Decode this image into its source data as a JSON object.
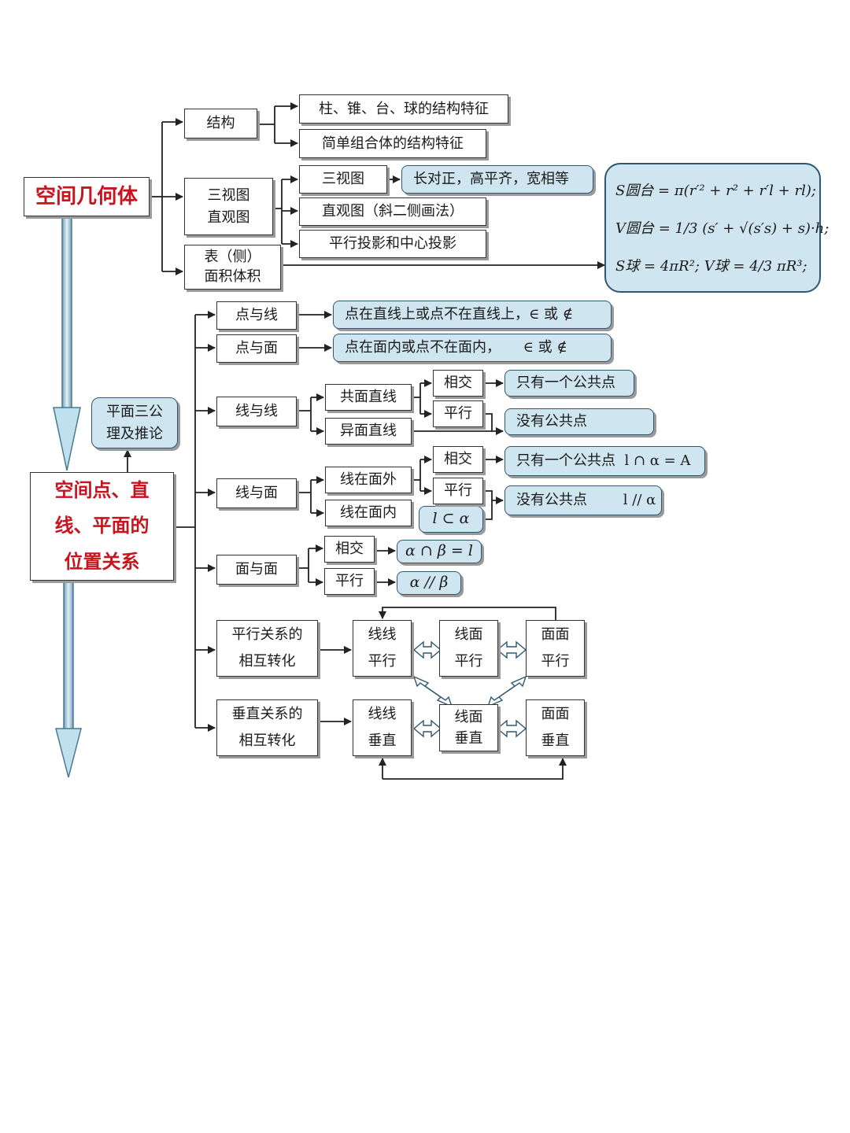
{
  "root": {
    "title": "空间几何体"
  },
  "main_topic": {
    "line1": "空间点、直",
    "line2": "线、平面的",
    "line3": "位置关系"
  },
  "axioms": {
    "line1": "平面三公",
    "line2": "理及推论"
  },
  "structure": {
    "label": "结构",
    "items": [
      "柱、锥、台、球的结构特征",
      "简单组合体的结构特征"
    ]
  },
  "views": {
    "label_line1": "三视图",
    "label_line2": "直观图",
    "three_view": "三视图",
    "three_view_rule": "长对正，高平齐，宽相等",
    "oblique": "直观图（斜二侧画法）",
    "projection": "平行投影和中心投影"
  },
  "area": {
    "line1": "表（侧）",
    "line2": "面积体积"
  },
  "formulas": {
    "line1": "S圆台 = π(r′² + r² + r′l + rl);",
    "line2": "V圆台 = 1/3 (s′ + √(s′s) + s)·h;",
    "line3": "S球 = 4πR²;  V球 = 4/3 πR³;"
  },
  "relations": {
    "point_line": {
      "label": "点与线",
      "desc": "点在直线上或点不在直线上，∈ 或 ∉"
    },
    "point_plane": {
      "label": "点与面",
      "desc": "点在面内或点不在面内，     ∈ 或 ∉"
    },
    "line_line": {
      "label": "线与线",
      "coplanar": "共面直线",
      "skew": "异面直线",
      "intersect": "相交",
      "parallel": "平行",
      "one_point": "只有一个公共点",
      "no_point": "没有公共点"
    },
    "line_plane": {
      "label": "线与面",
      "outside": "线在面外",
      "inside": "线在面内",
      "inside_math": "l ⊂ α",
      "intersect": "相交",
      "parallel": "平行",
      "one_point": "只有一个公共点  l ∩ α = A",
      "no_point": "没有公共点        l // α"
    },
    "plane_plane": {
      "label": "面与面",
      "intersect": "相交",
      "parallel": "平行",
      "intersect_math": "α ∩ β = l",
      "parallel_math": "α // β"
    }
  },
  "parallel_transform": {
    "label_line1": "平行关系的",
    "label_line2": "相互转化",
    "ll_1": "线线",
    "ll_2": "平行",
    "lp_1": "线面",
    "lp_2": "平行",
    "pp_1": "面面",
    "pp_2": "平行"
  },
  "perp_transform": {
    "label_line1": "垂直关系的",
    "label_line2": "相互转化",
    "ll_1": "线线",
    "ll_2": "垂直",
    "lp_1": "线面",
    "lp_2": "垂直",
    "pp_1": "面面",
    "pp_2": "垂直"
  }
}
